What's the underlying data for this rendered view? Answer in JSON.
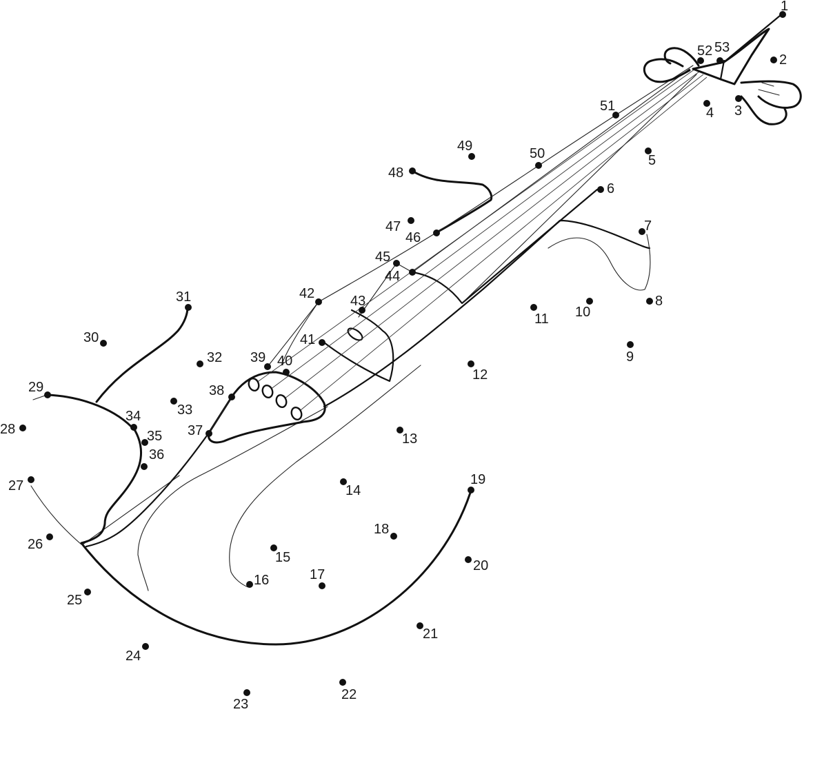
{
  "puzzle": {
    "subject": "violin",
    "dot_count": 53,
    "dot_labels": [
      "1",
      "2",
      "3",
      "4",
      "5",
      "6",
      "7",
      "8",
      "9",
      "10",
      "11",
      "12",
      "13",
      "14",
      "15",
      "16",
      "17",
      "18",
      "19",
      "20",
      "21",
      "22",
      "23",
      "24",
      "25",
      "26",
      "27",
      "28",
      "29",
      "30",
      "31",
      "32",
      "33",
      "34",
      "35",
      "36",
      "37",
      "38",
      "39",
      "40",
      "41",
      "42",
      "43",
      "44",
      "45",
      "46",
      "47",
      "48",
      "49",
      "50",
      "51",
      "52",
      "53"
    ]
  }
}
